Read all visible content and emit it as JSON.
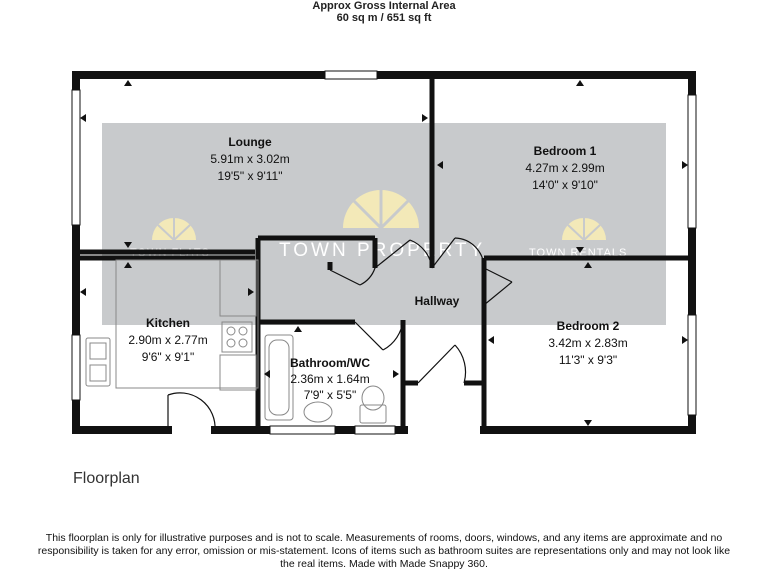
{
  "header": {
    "line1": "Approx Gross Internal Area",
    "line2": "60 sq m / 651 sq ft"
  },
  "floor_title": "Floorplan",
  "watermarks": {
    "left": "TOWN FLATS",
    "center": "TOWN PROPERTY",
    "right": "TOWN RENTALS"
  },
  "rooms": [
    {
      "id": "lounge",
      "name": "Lounge",
      "metric": "5.91m x 3.02m",
      "imperial": "19'5\" x 9'11\""
    },
    {
      "id": "bedroom1",
      "name": "Bedroom 1",
      "metric": "4.27m x 2.99m",
      "imperial": "14'0\" x 9'10\""
    },
    {
      "id": "hallway",
      "name": "Hallway"
    },
    {
      "id": "kitchen",
      "name": "Kitchen",
      "metric": "2.90m x 2.77m",
      "imperial": "9'6\" x 9'1\""
    },
    {
      "id": "bathroom",
      "name": "Bathroom/WC",
      "metric": "2.36m x 1.64m",
      "imperial": "7'9\" x 5'5\""
    },
    {
      "id": "bedroom2",
      "name": "Bedroom 2",
      "metric": "3.42m x 2.83m",
      "imperial": "11'3\" x 9'3\""
    }
  ],
  "disclaimer": "This floorplan is only for illustrative purposes and is not to scale. Measurements of rooms, doors, windows, and any items are approximate and no responsibility is taken for any error, omission or mis-statement. Icons of items such as bathroom suites are representations only and may not look like the real items. Made with Made Snappy 360.",
  "colors": {
    "wall": "#111111",
    "watermark_band": "#c8cacc",
    "watermark_sun": "#f3e9b8",
    "fixture": "#888888"
  }
}
